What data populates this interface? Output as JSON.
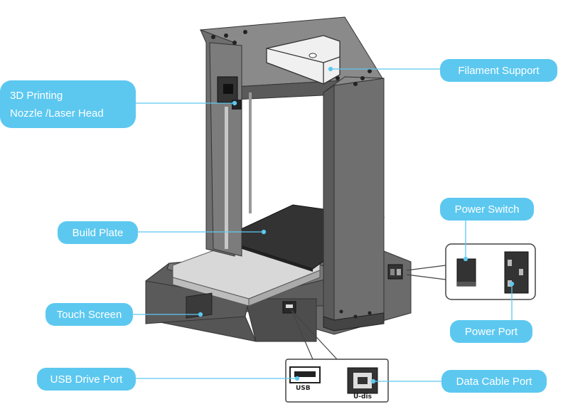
{
  "labels": {
    "nozzle_line1": "3D Printing",
    "nozzle_line2": "Nozzle /Laser Head",
    "filament": "Filament Support",
    "build_plate": "Build Plate",
    "power_switch": "Power Switch",
    "power_port": "Power Port",
    "touch_screen": "Touch Screen",
    "usb_drive": "USB Drive Port",
    "data_cable": "Data Cable Port"
  },
  "port_markings": {
    "usb": "USB",
    "udisk": "U-dis"
  },
  "colors": {
    "callout": "#5cc8f0",
    "frame": "#7a7a7a",
    "frame_dark": "#5a5a5a",
    "plate": "#3a3a3a",
    "line": "#5cc8f0"
  }
}
